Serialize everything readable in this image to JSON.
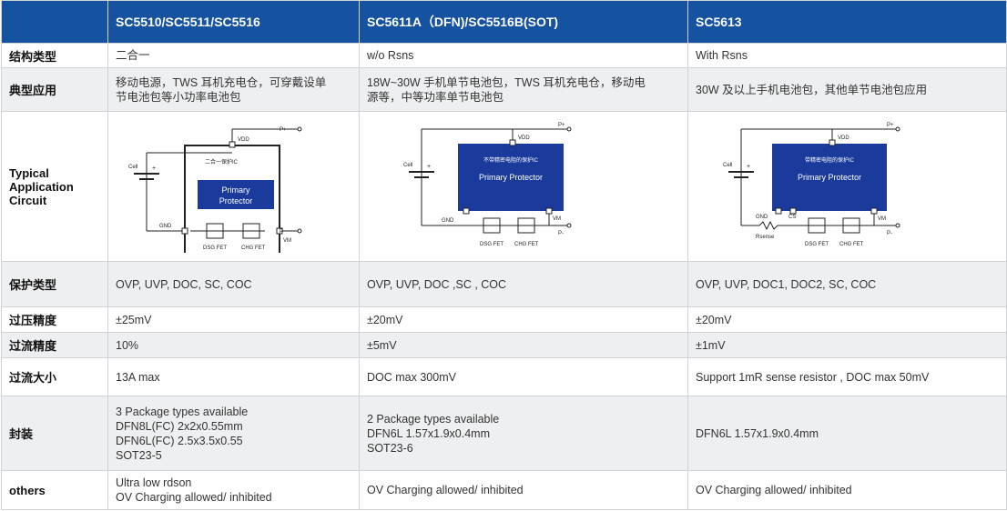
{
  "header": {
    "col1": "SC5510/SC5511/SC5516",
    "col2": "SC5611A（DFN)/SC5516B(SOT)",
    "col3": "SC5613"
  },
  "rows": {
    "structure": {
      "label": "结构类型",
      "c1": "二合一",
      "c2": "w/o Rsns",
      "c3": "With Rsns"
    },
    "application": {
      "label": "典型应用",
      "c1": [
        "移动电源，TWS 耳机充电仓，可穿戴设单",
        "节电池包等小功率电池包"
      ],
      "c2": [
        "18W~30W 手机单节电池包，TWS 耳机充电仓，移动电",
        "源等，中等功率单节电池包"
      ],
      "c3": "30W 及以上手机电池包，其他单节电池包应用"
    },
    "circuit": {
      "label": [
        "Typical",
        "Application",
        "Circuit"
      ]
    },
    "protection": {
      "label": "保护类型",
      "c1": "OVP, UVP, DOC, SC, COC",
      "c2": "OVP, UVP, DOC ,SC , COC",
      "c3": "OVP, UVP, DOC1, DOC2, SC, COC"
    },
    "ov_accuracy": {
      "label": "过压精度",
      "c1": "±25mV",
      "c2": "±20mV",
      "c3": "±20mV"
    },
    "oc_accuracy": {
      "label": "过流精度",
      "c1": "10%",
      "c2": "±5mV",
      "c3": "±1mV"
    },
    "oc_size": {
      "label": "过流大小",
      "c1": "13A max",
      "c2": "DOC max 300mV",
      "c3": "Support 1mR sense resistor , DOC max 50mV"
    },
    "package": {
      "label": "封装",
      "c1": [
        "3 Package types available",
        "DFN8L(FC) 2x2x0.55mm",
        "DFN6L(FC) 2.5x3.5x0.55",
        "SOT23-5"
      ],
      "c2": [
        "2 Package types available",
        "DFN6L 1.57x1.9x0.4mm",
        "SOT23-6"
      ],
      "c3": "DFN6L 1.57x1.9x0.4mm"
    },
    "others": {
      "label": "others",
      "c1": [
        "Ultra low rdson",
        "OV Charging allowed/ inhibited"
      ],
      "c2": "OV Charging allowed/ inhibited",
      "c3": "OV Charging allowed/ inhibited"
    }
  },
  "circuits": {
    "common": {
      "vdd": "VDD",
      "pplus": "P+",
      "pminus": "P-",
      "cell": "Cell",
      "plus": "+",
      "gnd": "GND",
      "vm": "VM",
      "dsg": "DSG FET",
      "chg": "CHG FET",
      "primary": "Primary Protector"
    },
    "c1": {
      "ic_label": "二合一保护IC",
      "block_line1": "Primary",
      "block_line2": "Protector"
    },
    "c2": {
      "ic_label": "不带精密电阻的保护IC"
    },
    "c3": {
      "ic_label": "带精密电阻的保护IC",
      "cs": "CS",
      "rsense": "Rsense"
    }
  },
  "colors": {
    "header_bg": "#1552a0",
    "ic_blue": "#1a3a9c",
    "shade": "#eeeff1"
  }
}
